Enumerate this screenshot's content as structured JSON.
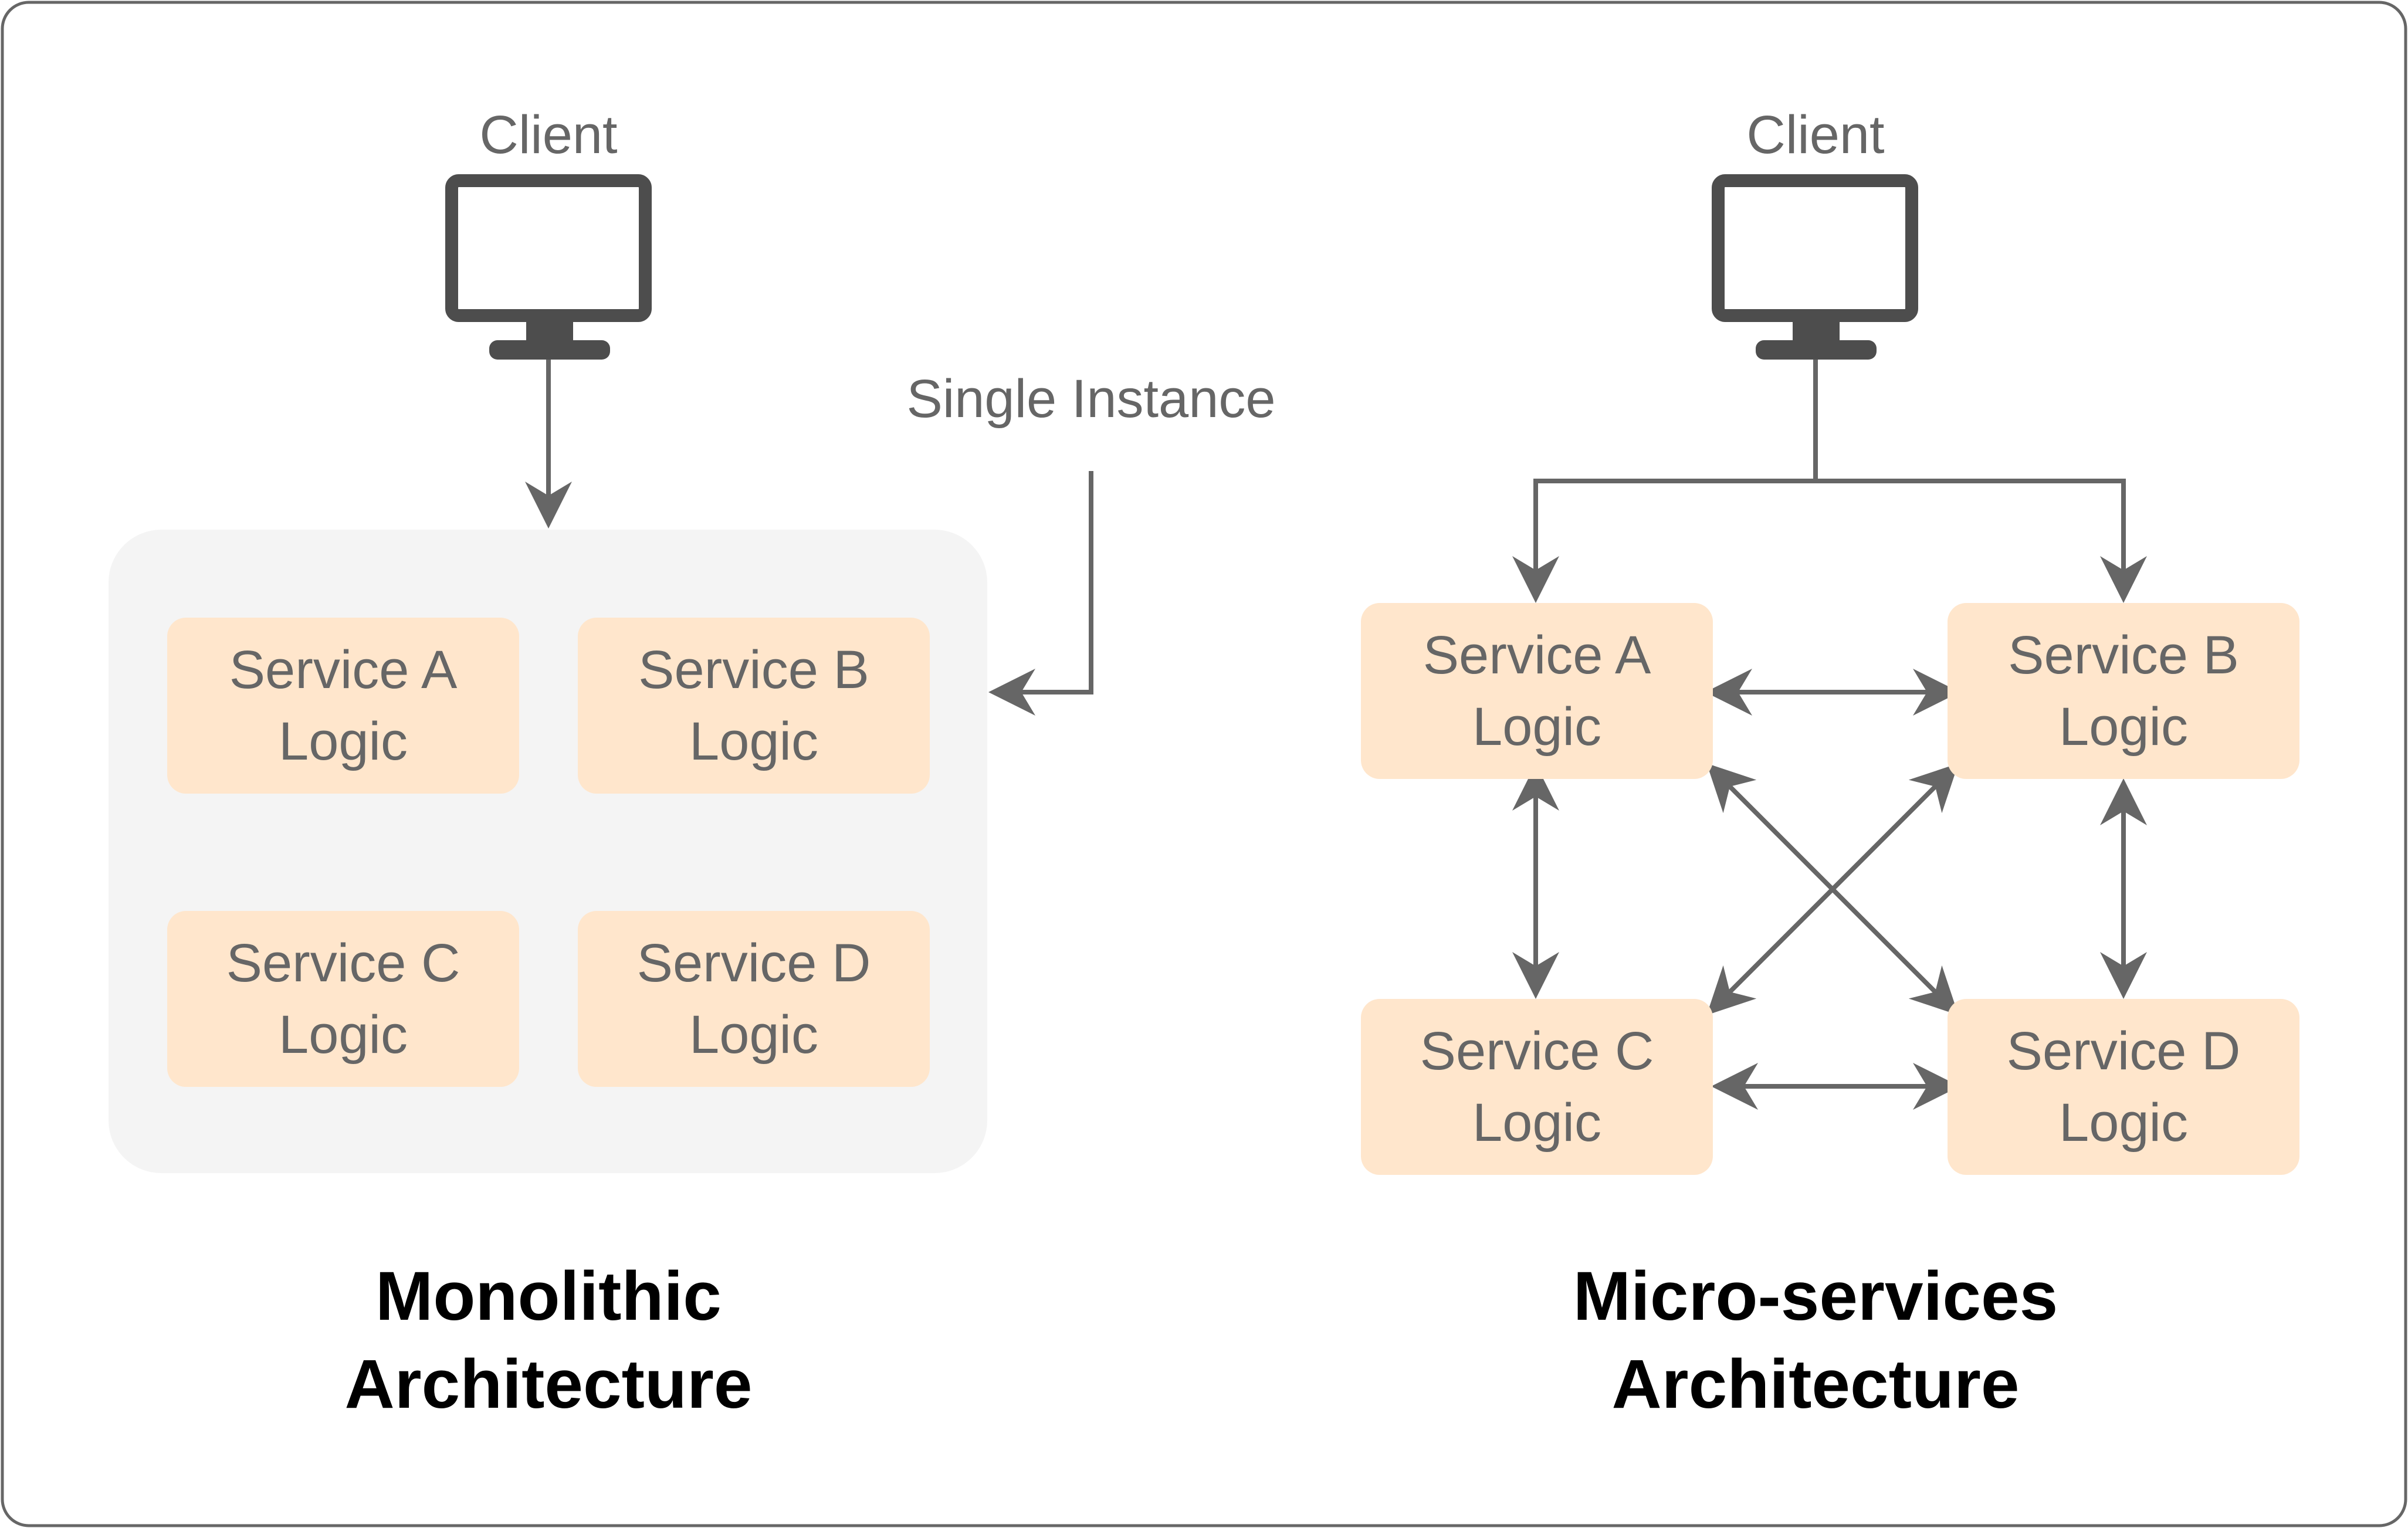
{
  "monolithic": {
    "client_label": "Client",
    "single_instance_label": "Single Instance",
    "services": [
      {
        "name": "Service A",
        "sub": "Logic"
      },
      {
        "name": "Service B",
        "sub": "Logic"
      },
      {
        "name": "Service C",
        "sub": "Logic"
      },
      {
        "name": "Service D",
        "sub": "Logic"
      }
    ],
    "title_line1": "Monolithic",
    "title_line2": "Architecture"
  },
  "microservices": {
    "client_label": "Client",
    "services": [
      {
        "name": "Service A",
        "sub": "Logic"
      },
      {
        "name": "Service B",
        "sub": "Logic"
      },
      {
        "name": "Service C",
        "sub": "Logic"
      },
      {
        "name": "Service D",
        "sub": "Logic"
      }
    ],
    "title_line1": "Micro-services",
    "title_line2": "Architecture"
  },
  "colors": {
    "service_fill": "#ffe6cc",
    "container_fill": "#f4f4f4",
    "text": "#666666",
    "arrow": "#666666",
    "monitor": "#4d4d4d",
    "title": "#000000",
    "frame": "#666666"
  },
  "icons": [
    "monitor-icon"
  ]
}
